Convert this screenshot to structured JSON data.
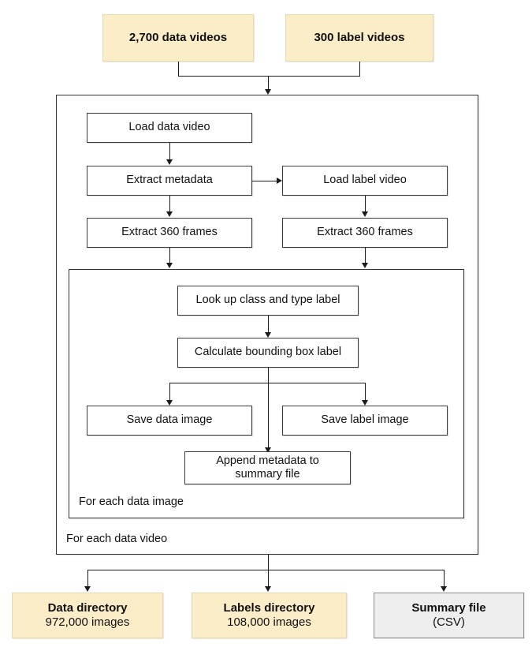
{
  "diagram": {
    "type": "flowchart",
    "title": "",
    "inputs": [
      {
        "id": "data-videos",
        "label": "2,700 data videos",
        "style": "cream"
      },
      {
        "id": "label-videos",
        "label": "300 label videos",
        "style": "cream"
      }
    ],
    "loops": [
      {
        "id": "for-each-data-video",
        "label": "For each data video"
      },
      {
        "id": "for-each-data-image",
        "label": "For each data image"
      }
    ],
    "steps": {
      "load_data_video": "Load data video",
      "extract_metadata": "Extract metadata",
      "extract_360_frames_data": "Extract 360 frames",
      "load_label_video": "Load label video",
      "extract_360_frames_label": "Extract 360 frames",
      "look_up_label": "Look up class and type label",
      "calculate_bbox": "Calculate bounding box label",
      "save_data_image": "Save data image",
      "save_label_image": "Save label image",
      "append_metadata_line1": "Append metadata to",
      "append_metadata_line2": "summary file"
    },
    "outputs": [
      {
        "id": "data-directory",
        "title": "Data directory",
        "subtitle": "972,000 images",
        "style": "cream"
      },
      {
        "id": "labels-directory",
        "title": "Labels directory",
        "subtitle": "108,000 images",
        "style": "cream"
      },
      {
        "id": "summary-file",
        "title": "Summary file",
        "subtitle": "(CSV)",
        "style": "gray"
      }
    ],
    "colors": {
      "cream_fill": "#fbedc8",
      "cream_border": "#e6d9b0",
      "gray_fill": "#eeeeee",
      "gray_border": "#8d8d8d",
      "box_border": "#3a3a3a",
      "connector": "#1b1b1b",
      "background": "#ffffff",
      "text": "#111111"
    }
  }
}
